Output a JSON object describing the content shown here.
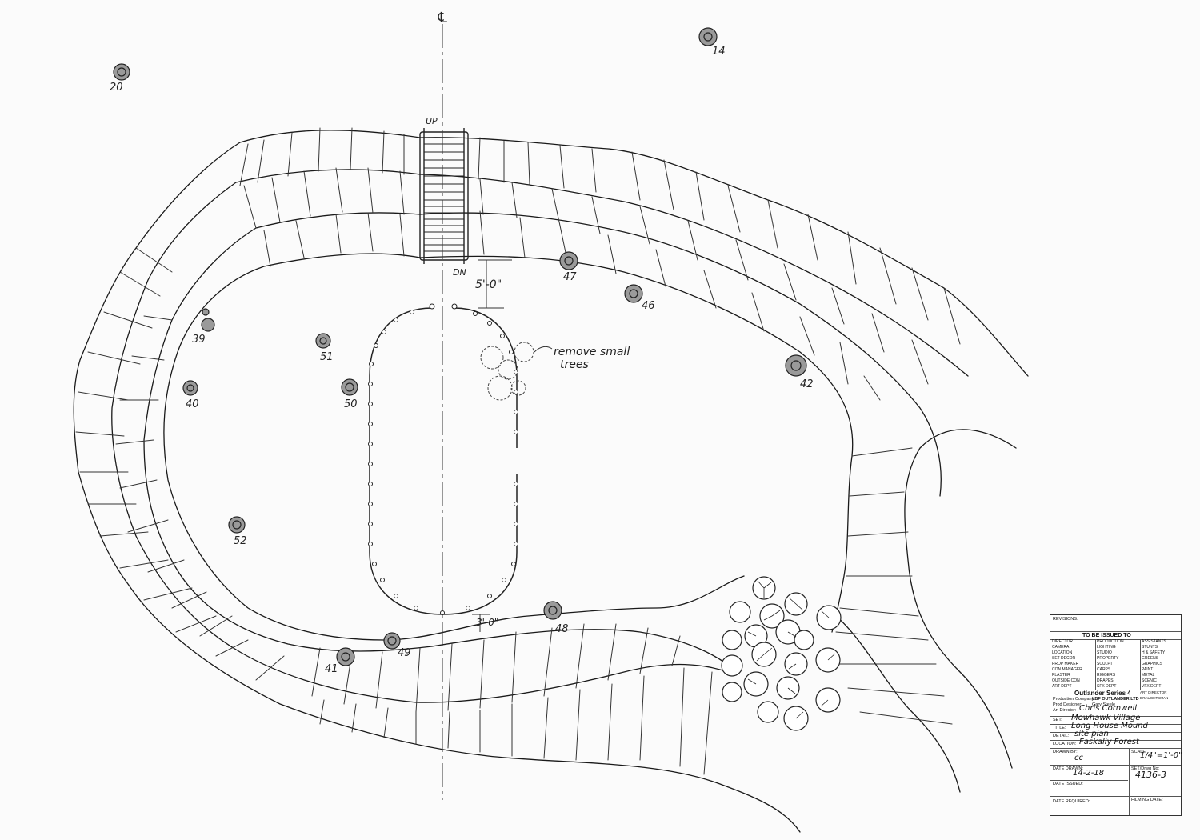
{
  "plan": {
    "centerline_mark": "℄",
    "stair_up": "UP",
    "stair_down": "DN",
    "dim_top": "5'-0\"",
    "dim_bottom": "3'-0\"",
    "note_line1": "remove small",
    "note_line2": "trees",
    "tree_labels": [
      "20",
      "14",
      "47",
      "46",
      "39",
      "51",
      "42",
      "40",
      "50",
      "52",
      "48",
      "49",
      "41"
    ]
  },
  "title_block": {
    "revisions_label": "REVISIONS:",
    "issued_to": "TO BE ISSUED TO",
    "departments": [
      [
        "DIRECTOR",
        "PRODUCTION",
        "ASSISTANTS"
      ],
      [
        "CAMERA",
        "LIGHTING",
        "STUNTS"
      ],
      [
        "LOCATION",
        "STUDIO",
        "H & SAFETY"
      ],
      [
        "SET DECOR",
        "PROPERTY",
        "GREENS"
      ],
      [
        "PROP MAKER",
        "SCULPT",
        "GRAPHICS"
      ],
      [
        "CON MANAGER",
        "CARPS",
        "PAINT"
      ],
      [
        "PLASTER",
        "RIGGERS",
        "METAL"
      ],
      [
        "OUTSIDE CON",
        "DRAPES",
        "SCENIC"
      ],
      [
        "ART DEPT",
        "SFX DEPT",
        "VFX DEPT"
      ]
    ],
    "extra_role": "ART DIRECTOR DRAUGHTSMAN",
    "series": "Outlander Series 4",
    "production_company_label": "Production Company:",
    "production_company": "LBF OUTLANDER LTD",
    "prod_designer_label": "Prod Designer:",
    "prod_designer": "Gary Steele",
    "art_director_label": "Art Director:",
    "art_director": "Chris Cornwell",
    "set_label": "SET:",
    "set": "Mowhawk Village",
    "title_label": "TITLE:",
    "title": "Long House Mound",
    "detail_label": "DETAIL:",
    "detail": "site plan",
    "location_label": "LOCATION:",
    "location": "Faskally Forest",
    "drawn_by_label": "DRAWN BY:",
    "drawn_by": "cc",
    "scale_label": "SCALE:",
    "scale": "1/4\"=1'-0\"",
    "date_drawn_label": "DATE DRAWN:",
    "date_drawn": "14-2-18",
    "set_dwg_label": "SET/Drwg No:",
    "set_dwg": "4136-3",
    "date_issued_label": "DATE ISSUED:",
    "date_required_label": "DATE REQUIRED:",
    "filming_date_label": "FILMING DATE:"
  }
}
